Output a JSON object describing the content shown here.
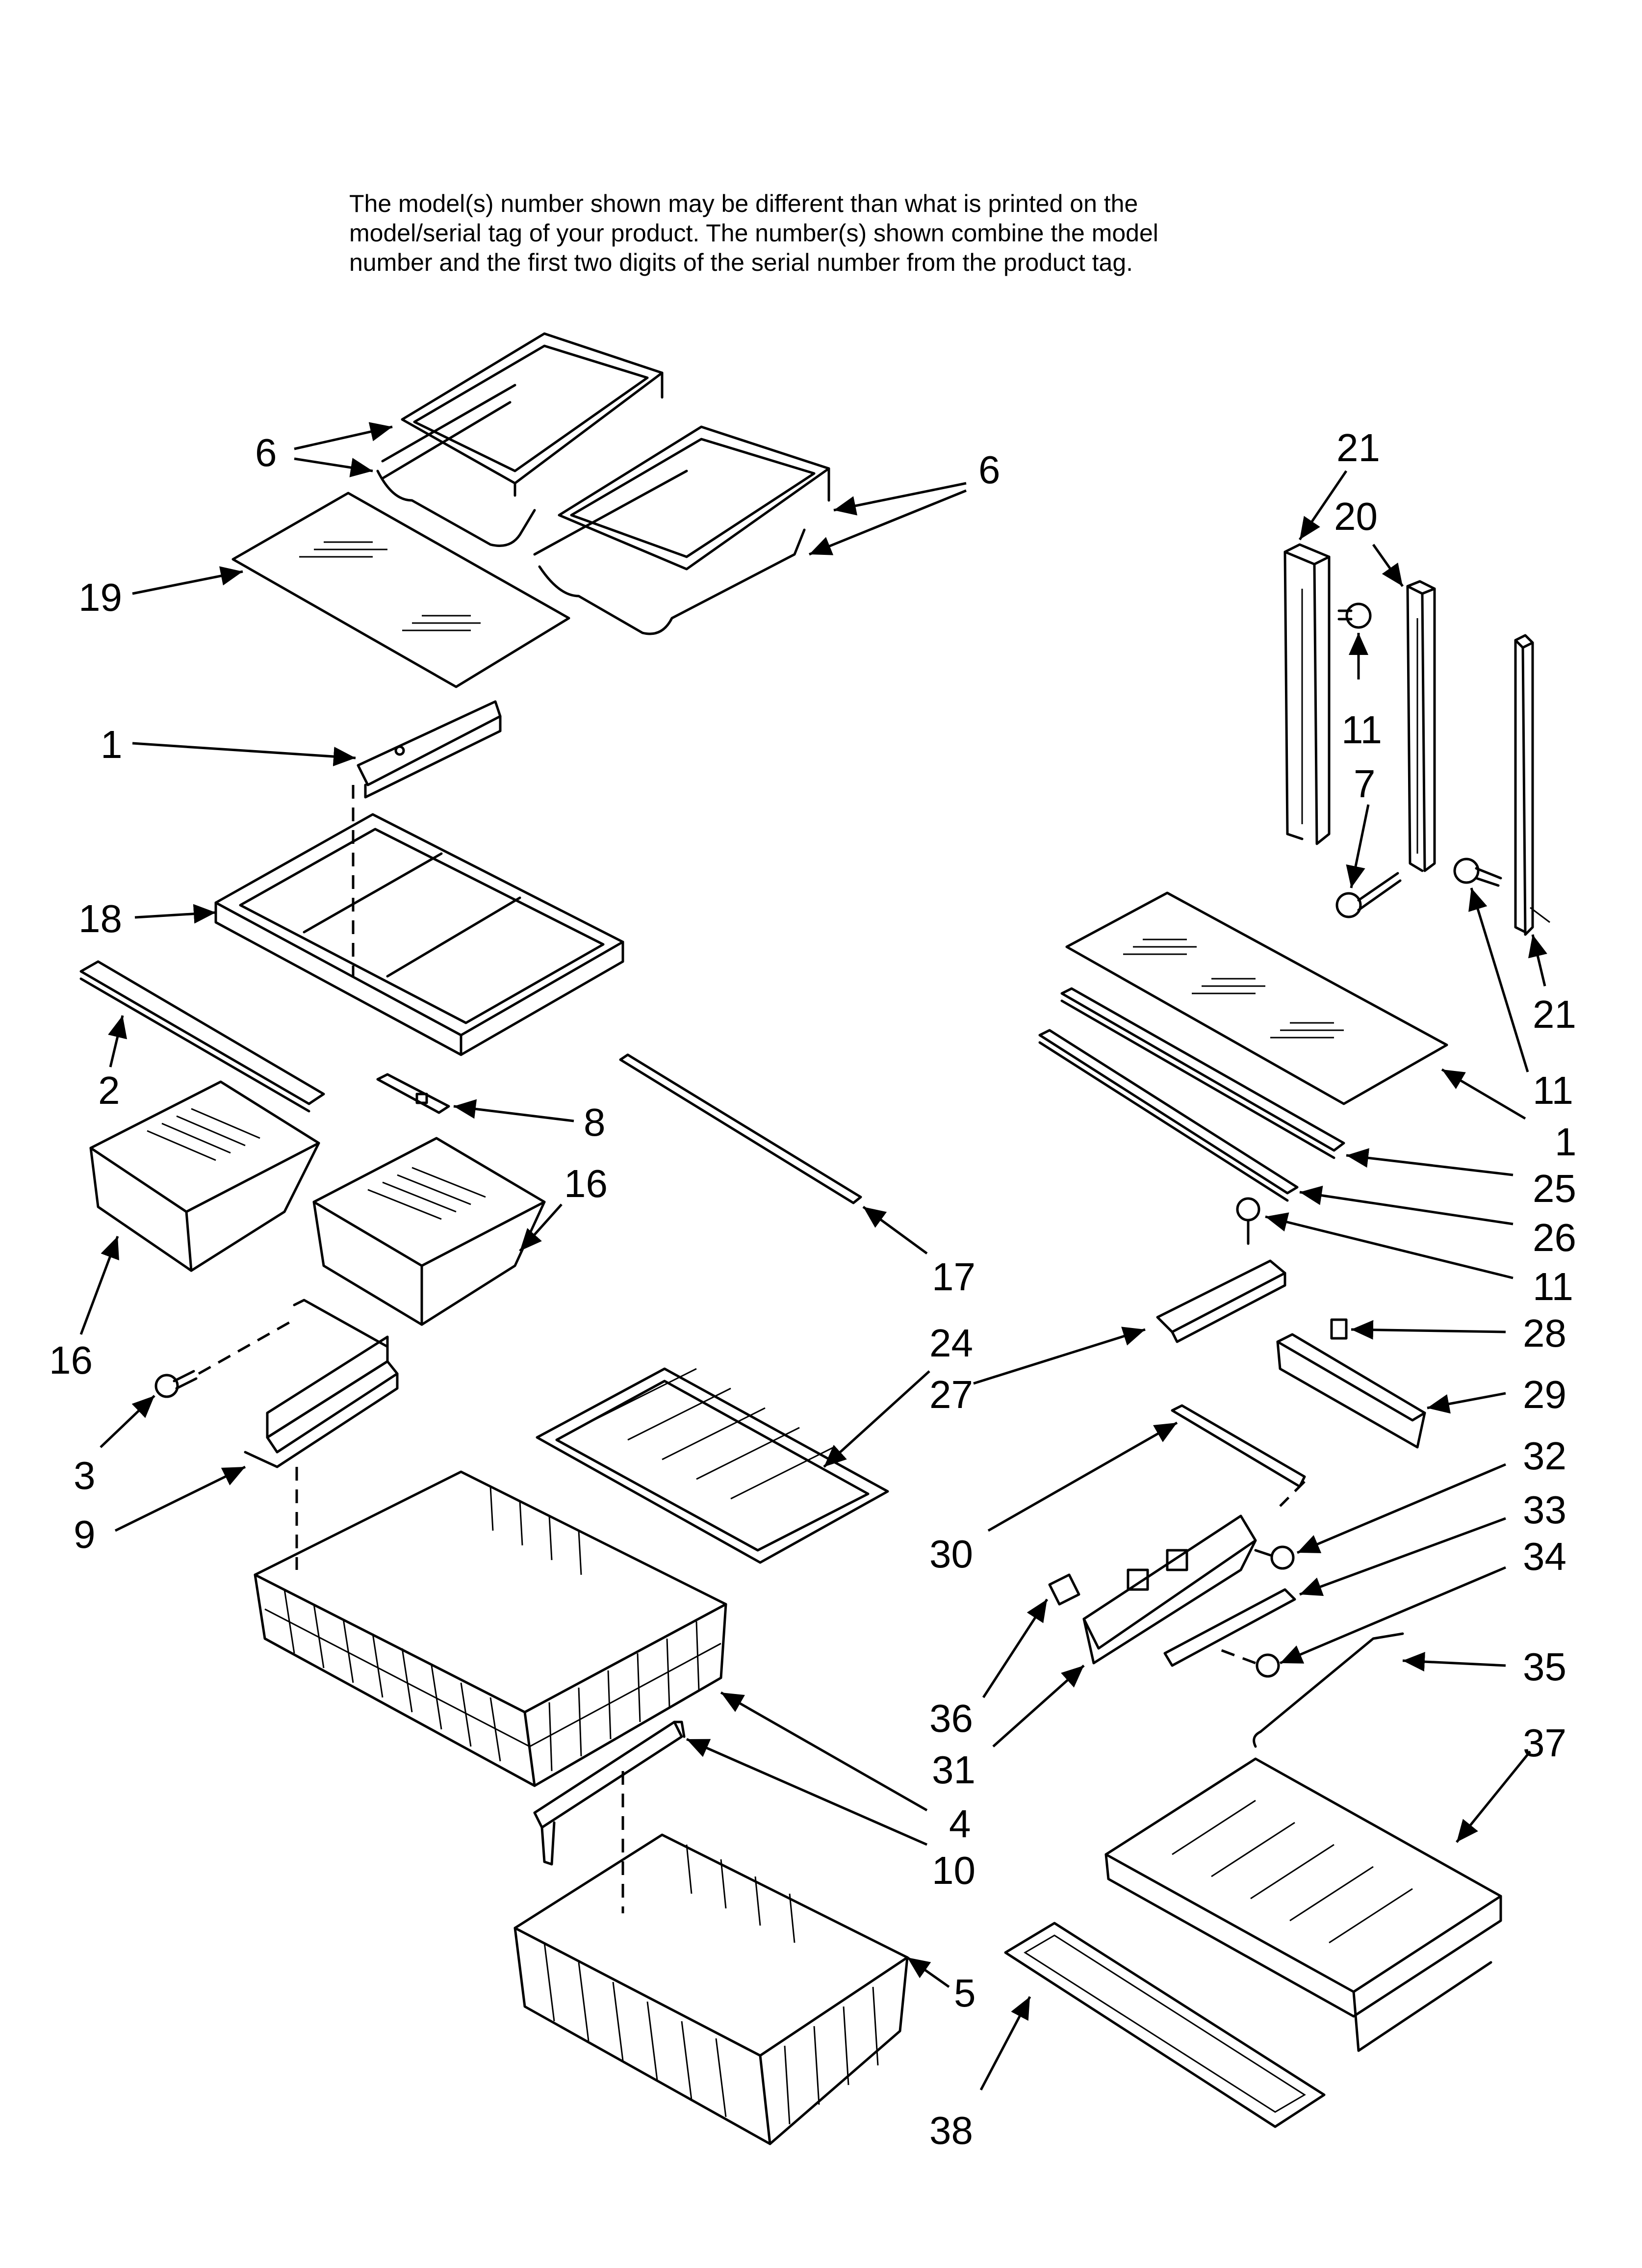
{
  "notice": [
    "The model(s) number shown may be different than what is printed on the",
    "model/serial tag of your product. The number(s) shown combine the model",
    "number and the first two digits of the serial number from the product tag."
  ],
  "callouts": {
    "c6a": "6",
    "c6b": "6",
    "c19": "19",
    "c1a": "1",
    "c18": "18",
    "c2": "2",
    "c8": "8",
    "c16a": "16",
    "c16b": "16",
    "c17": "17",
    "c3": "3",
    "c9": "9",
    "c24": "24",
    "c27": "27",
    "c4": "4",
    "c10": "10",
    "c5": "5",
    "c21a": "21",
    "c20": "20",
    "c11a": "11",
    "c7": "7",
    "c21b": "21",
    "c11b": "11",
    "c1b": "1",
    "c25": "25",
    "c26": "26",
    "c11c": "11",
    "c28": "28",
    "c29": "29",
    "c30": "30",
    "c32": "32",
    "c33": "33",
    "c34": "34",
    "c35": "35",
    "c36": "36",
    "c31": "31",
    "c37": "37",
    "c38": "38"
  }
}
